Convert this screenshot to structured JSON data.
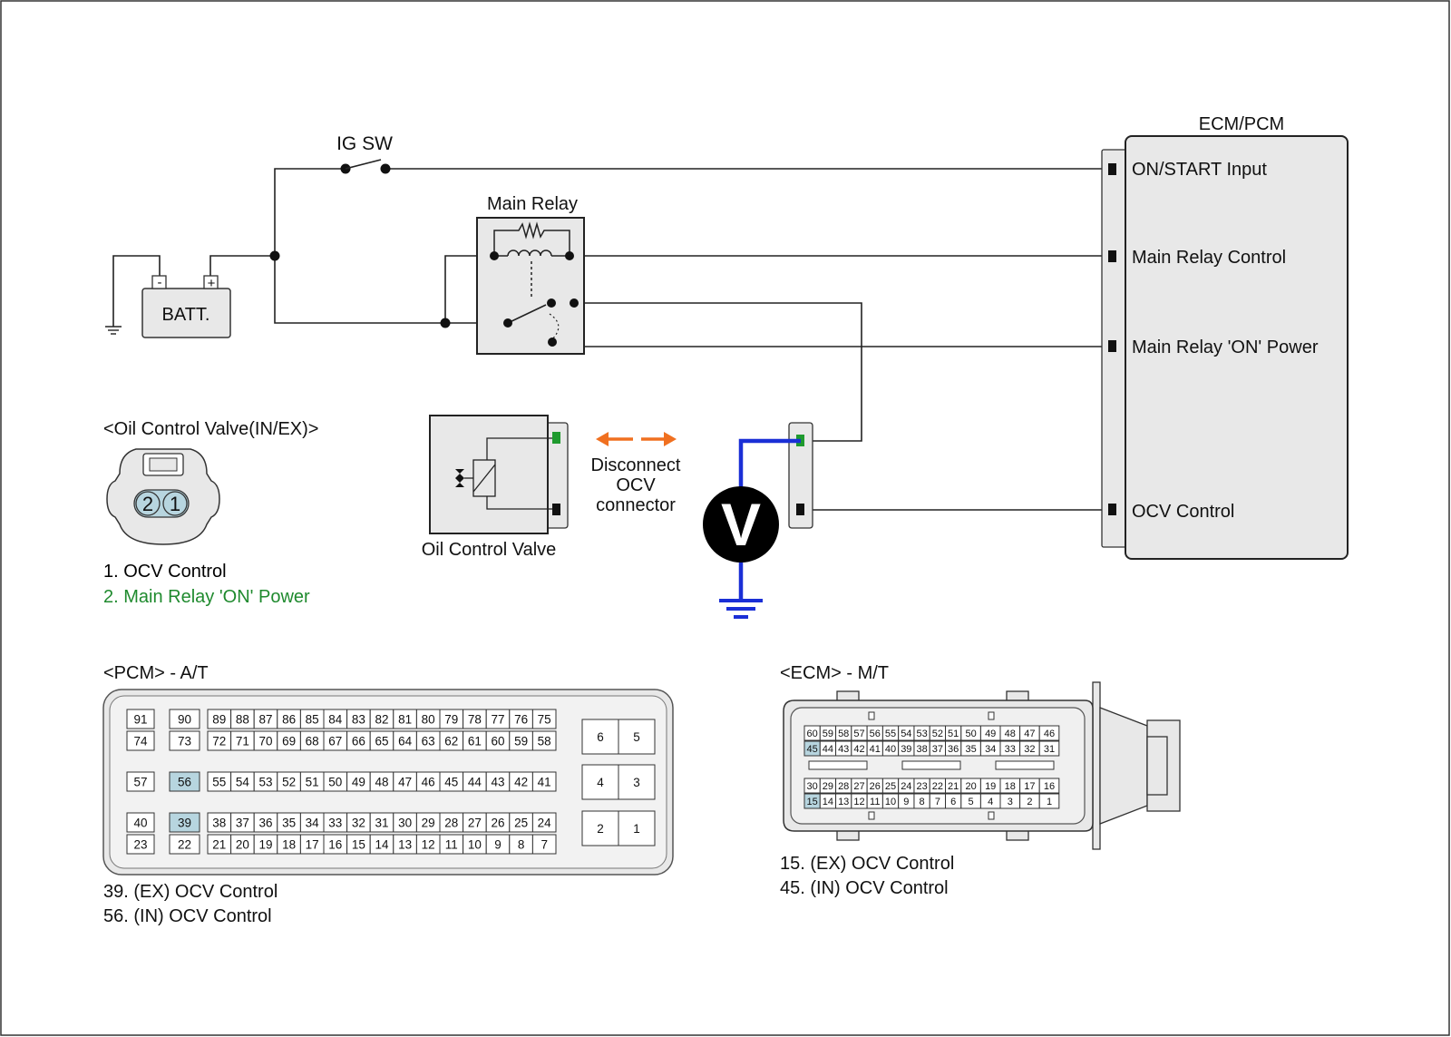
{
  "labels": {
    "ig_sw": "IG SW",
    "main_relay": "Main Relay",
    "batt": "BATT.",
    "batt_minus": "-",
    "batt_plus": "+",
    "ecm_pcm": "ECM/PCM",
    "on_start_input": "ON/START Input",
    "main_relay_control": "Main Relay Control",
    "main_relay_on_power": "Main Relay 'ON' Power",
    "ocv_control": "OCV Control",
    "ocv_connector_title": "<Oil Control Valve(IN/EX)>",
    "oil_control_valve": "Oil Control Valve",
    "disconnect_line1": "Disconnect",
    "disconnect_line2": "OCV",
    "disconnect_line3": "connector",
    "voltmeter": "V",
    "pcm_title": "<PCM> - A/T",
    "ecm_title": "<ECM> - M/T"
  },
  "ocv_pins": {
    "pin2": "2",
    "pin1": "1",
    "legend": [
      {
        "text": "1. OCV Control",
        "color": "#111111"
      },
      {
        "text": "2. Main Relay 'ON' Power",
        "color": "#1f8a2e"
      }
    ]
  },
  "pcm_pins": {
    "row1": [
      "91",
      "90",
      "89",
      "88",
      "87",
      "86",
      "85",
      "84",
      "83",
      "82",
      "81",
      "80",
      "79",
      "78",
      "77",
      "76",
      "75"
    ],
    "row2": [
      "74",
      "73",
      "72",
      "71",
      "70",
      "69",
      "68",
      "67",
      "66",
      "65",
      "64",
      "63",
      "62",
      "61",
      "60",
      "59",
      "58"
    ],
    "row3": [
      "57",
      "56",
      "55",
      "54",
      "53",
      "52",
      "51",
      "50",
      "49",
      "48",
      "47",
      "46",
      "45",
      "44",
      "43",
      "42",
      "41"
    ],
    "row4": [
      "40",
      "39",
      "38",
      "37",
      "36",
      "35",
      "34",
      "33",
      "32",
      "31",
      "30",
      "29",
      "28",
      "27",
      "26",
      "25",
      "24"
    ],
    "row5": [
      "23",
      "22",
      "21",
      "20",
      "19",
      "18",
      "17",
      "16",
      "15",
      "14",
      "13",
      "12",
      "11",
      "10",
      "9",
      "8",
      "7"
    ],
    "side": [
      [
        "6",
        "5"
      ],
      [
        "4",
        "3"
      ],
      [
        "2",
        "1"
      ]
    ],
    "highlight": [
      "56",
      "39"
    ],
    "legend": [
      "39. (EX) OCV Control",
      "56. (IN) OCV Control"
    ]
  },
  "ecm_pins": {
    "row1": [
      "60",
      "59",
      "58",
      "57",
      "56",
      "55",
      "54",
      "53",
      "52",
      "51",
      "50",
      "49",
      "48",
      "47",
      "46"
    ],
    "row2": [
      "45",
      "44",
      "43",
      "42",
      "41",
      "40",
      "39",
      "38",
      "37",
      "36",
      "35",
      "34",
      "33",
      "32",
      "31"
    ],
    "row3": [
      "30",
      "29",
      "28",
      "27",
      "26",
      "25",
      "24",
      "23",
      "22",
      "21",
      "20",
      "19",
      "18",
      "17",
      "16"
    ],
    "row4": [
      "15",
      "14",
      "13",
      "12",
      "11",
      "10",
      "9",
      "8",
      "7",
      "6",
      "5",
      "4",
      "3",
      "2",
      "1"
    ],
    "highlight": [
      "45",
      "15"
    ],
    "legend": [
      "15. (EX) OCV Control",
      "45. (IN) OCV Control"
    ]
  },
  "colors": {
    "wire": "#222222",
    "probe": "#1a2fd6",
    "green_pin": "#1f9a2e",
    "arrow": "#f07020",
    "highlight": "#b7d5df",
    "box_fill": "#e8e8e8"
  }
}
